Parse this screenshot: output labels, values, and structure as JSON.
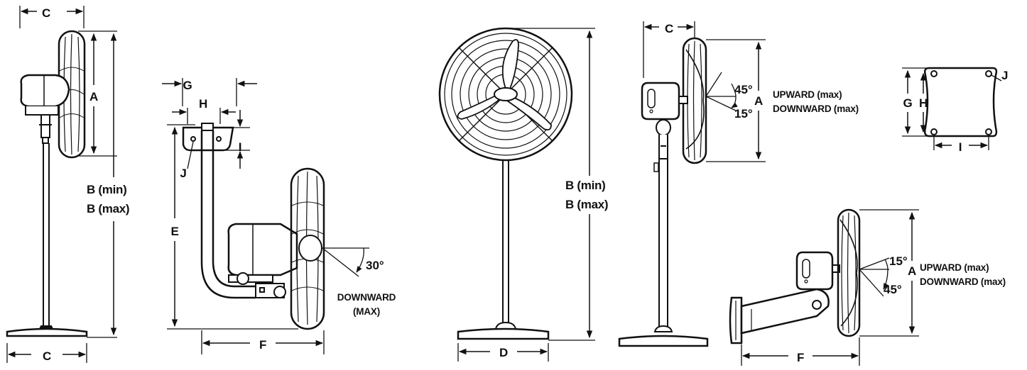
{
  "diagram": {
    "labels": {
      "a": "A",
      "b_min": "B (min)",
      "b_max": "B (max)",
      "c": "C",
      "d": "D",
      "e": "E",
      "f": "F",
      "g": "G",
      "h": "H",
      "i": "I",
      "j": "J"
    },
    "notes": {
      "upward_max": "UPWARD (max)",
      "downward_max": "DOWNWARD (max)",
      "downward": "DOWNWARD",
      "max_paren": "(MAX)"
    },
    "angles": {
      "deg_30": "30°",
      "deg_45": "45°",
      "deg_15": "15°"
    }
  }
}
